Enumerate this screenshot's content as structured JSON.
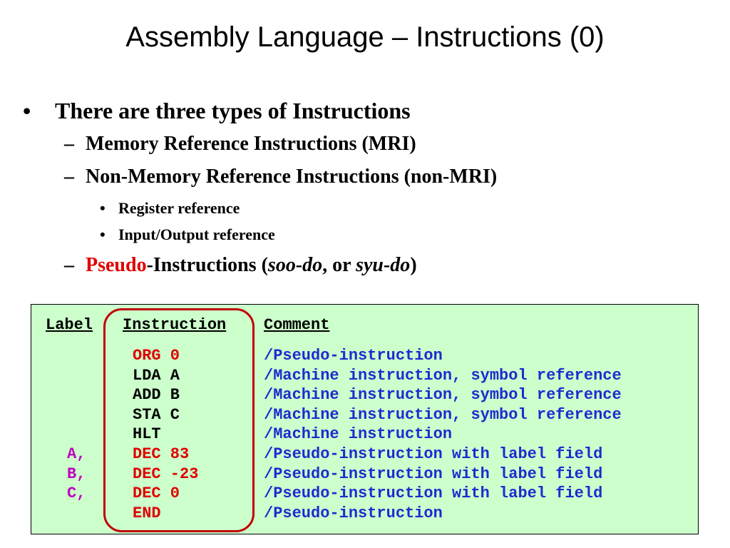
{
  "title": "Assembly Language – Instructions (0)",
  "bullets": {
    "main": {
      "marker": "•",
      "text": "There are three types of Instructions"
    },
    "mri": {
      "marker": "–",
      "text": "Memory Reference Instructions (MRI)"
    },
    "nonmri": {
      "marker": "–",
      "text": "Non-Memory Reference Instructions (non-MRI)"
    },
    "regref": {
      "marker": "•",
      "text": "Register reference"
    },
    "ioref": {
      "marker": "•",
      "text": "Input/Output reference"
    },
    "pseudo": {
      "marker": "–",
      "red": "Pseudo",
      "rest": "-Instructions (",
      "pron1": "soo-do",
      "or": ", or ",
      "pron2": "syu-do",
      "close": ")"
    }
  },
  "code": {
    "headers": {
      "label": "Label",
      "instruction": "Instruction",
      "comment": "Comment"
    },
    "rows": [
      {
        "label": "",
        "instr": "ORG 0",
        "comment": "/Pseudo-instruction"
      },
      {
        "label": "",
        "instr": "LDA A",
        "comment": "/Machine instruction, symbol reference"
      },
      {
        "label": "",
        "instr": "ADD B",
        "comment": "/Machine instruction, symbol reference"
      },
      {
        "label": "",
        "instr": "STA C",
        "comment": "/Machine instruction, symbol reference"
      },
      {
        "label": "",
        "instr": "HLT",
        "comment": "/Machine instruction"
      },
      {
        "label": "A,",
        "instr": "DEC 83",
        "comment": "/Pseudo-instruction with label field"
      },
      {
        "label": "B,",
        "instr": "DEC -23",
        "comment": "/Pseudo-instruction with label field"
      },
      {
        "label": "C,",
        "instr": "DEC 0",
        "comment": "/Pseudo-instruction with label field"
      },
      {
        "label": "",
        "instr": "END",
        "comment": "/Pseudo-instruction"
      }
    ]
  },
  "colors": {
    "code_background": "#ccffcc",
    "pseudo_instruction": "#e00000",
    "machine_instruction": "#000000",
    "comment": "#1f2ad0",
    "label": "#c000c0",
    "highlight_oval": "#c00000"
  }
}
